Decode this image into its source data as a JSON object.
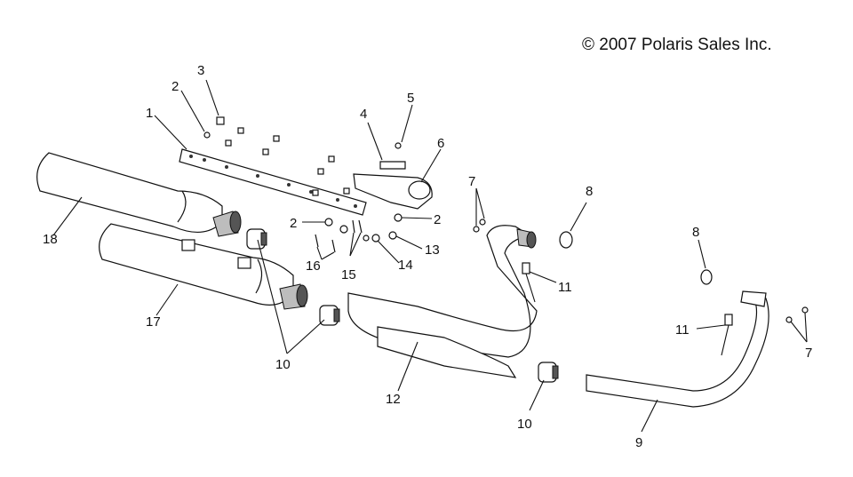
{
  "copyright": "© 2007 Polaris Sales Inc.",
  "callouts": {
    "c1": "1",
    "c2a": "2",
    "c2b": "2",
    "c2c": "2",
    "c3": "3",
    "c4": "4",
    "c5": "5",
    "c6": "6",
    "c7a": "7",
    "c7b": "7",
    "c8a": "8",
    "c8b": "8",
    "c9": "9",
    "c10a": "10",
    "c10b": "10",
    "c11a": "11",
    "c11b": "11",
    "c12": "12",
    "c13": "13",
    "c14": "14",
    "c15": "15",
    "c16": "16",
    "c17": "17",
    "c18": "18"
  }
}
